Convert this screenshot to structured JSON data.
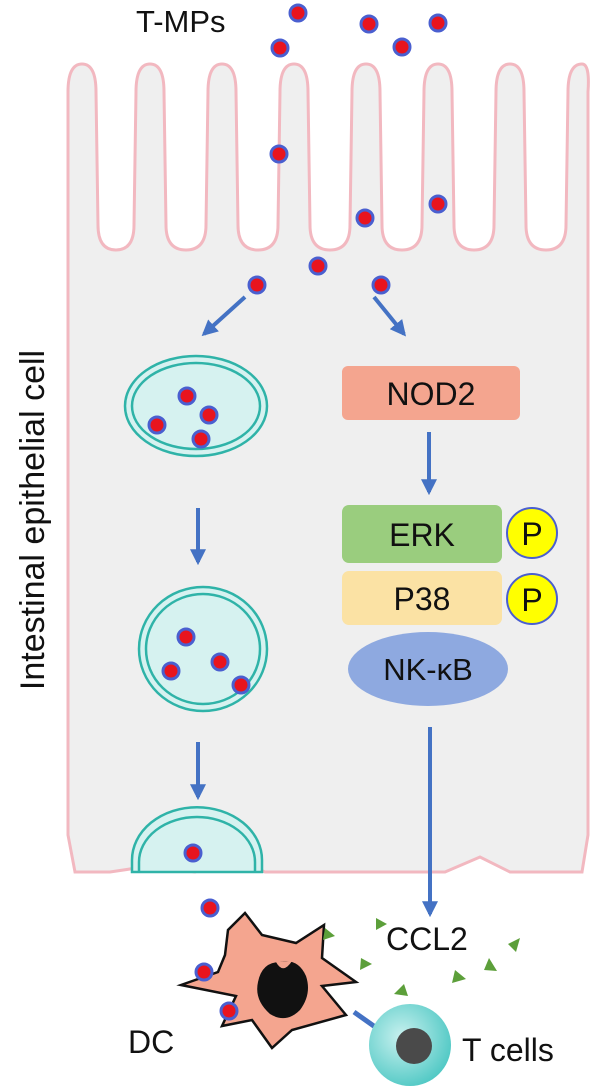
{
  "labels": {
    "particles": "T-MPs",
    "cell": "Intestinal epithelial cell",
    "nod2": "NOD2",
    "erk": "ERK",
    "p38": "P38",
    "nfkb": "NK-κB",
    "phospho": "P",
    "ccl2": "CCL2",
    "dc": "DC",
    "tcells": "T cells"
  },
  "colors": {
    "membrane": "#f2b8c0",
    "cytoplasm": "#efefef",
    "particle_fill": "#e8141e",
    "particle_edge": "#4a5fd0",
    "arrow": "#4472c4",
    "vesicle_fill": "#d6f2f0",
    "vesicle_edge": "#2fb3a8",
    "nod2": "#f4a58f",
    "erk": "#9acd7e",
    "p38": "#fbe2a4",
    "nfkb": "#8ea9e0",
    "phospho_fill": "#ffff00",
    "dc_fill": "#f4a58f",
    "dc_nucleus": "#111111",
    "tcell_outer": "#5ed0cc",
    "tcell_nucleus": "#4a4a4a",
    "ccl2_triangle": "#5c9f3a"
  }
}
